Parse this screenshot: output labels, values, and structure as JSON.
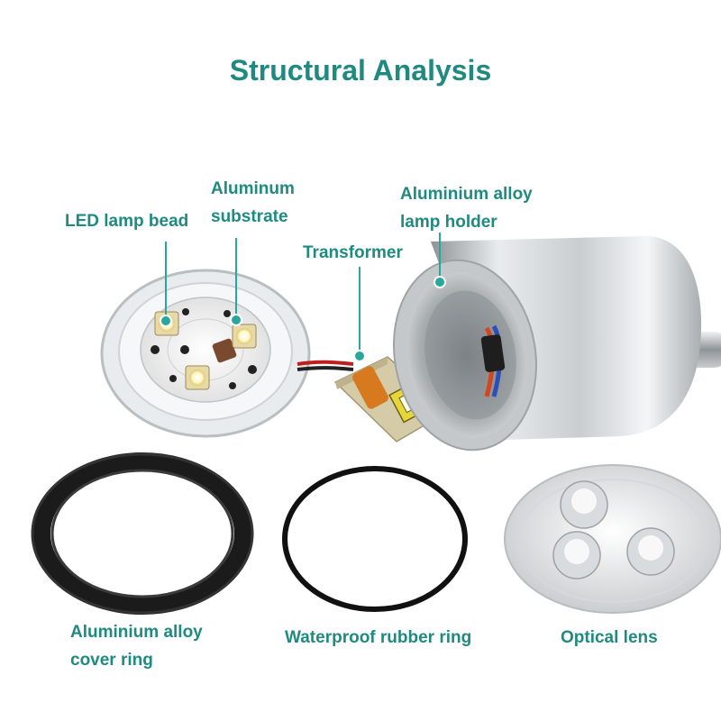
{
  "title": "Structural Analysis",
  "labels": {
    "led_lamp_bead": "LED lamp bead",
    "aluminum_substrate": [
      "Aluminum",
      "substrate"
    ],
    "transformer": "Transformer",
    "lamp_holder": [
      "Aluminium alloy",
      "lamp holder"
    ],
    "cover_ring": [
      "Aluminium alloy",
      "cover ring"
    ],
    "rubber_ring": "Waterproof rubber ring",
    "optical_lens": "Optical lens"
  },
  "colors": {
    "accent": "#1f8a80",
    "pointer": "#2aa79b"
  }
}
